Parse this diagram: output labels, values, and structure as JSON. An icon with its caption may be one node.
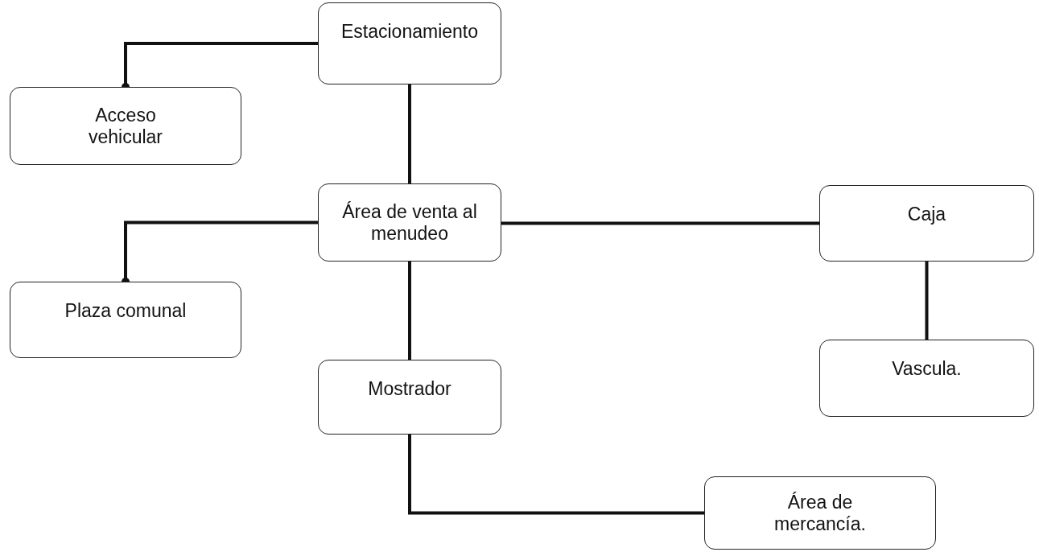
{
  "diagram": {
    "nodes": [
      {
        "text": [
          "Estacionamiento"
        ]
      },
      {
        "text": [
          "Acceso vehicular"
        ]
      },
      {
        "text": [
          "Área de venta al menudeo"
        ]
      },
      {
        "text": [
          "Caja"
        ]
      },
      {
        "text": [
          "Plaza comunal"
        ]
      },
      {
        "text": [
          "Mostrador"
        ]
      },
      {
        "text": [
          "Vascula."
        ]
      },
      {
        "text": [
          "Área de mercancía."
        ]
      }
    ],
    "edges": [
      {
        "from": 0,
        "to": 1,
        "arrow": "other"
      },
      {
        "from": 0,
        "to": 2,
        "arrow": "none"
      },
      {
        "from": 2,
        "to": 4,
        "arrow": "other"
      },
      {
        "from": 2,
        "to": 3,
        "arrow": "none"
      },
      {
        "from": 3,
        "to": 6,
        "arrow": "none"
      },
      {
        "from": 2,
        "to": 5,
        "arrow": "none"
      },
      {
        "from": 5,
        "to": 7,
        "arrow": "none"
      }
    ]
  }
}
